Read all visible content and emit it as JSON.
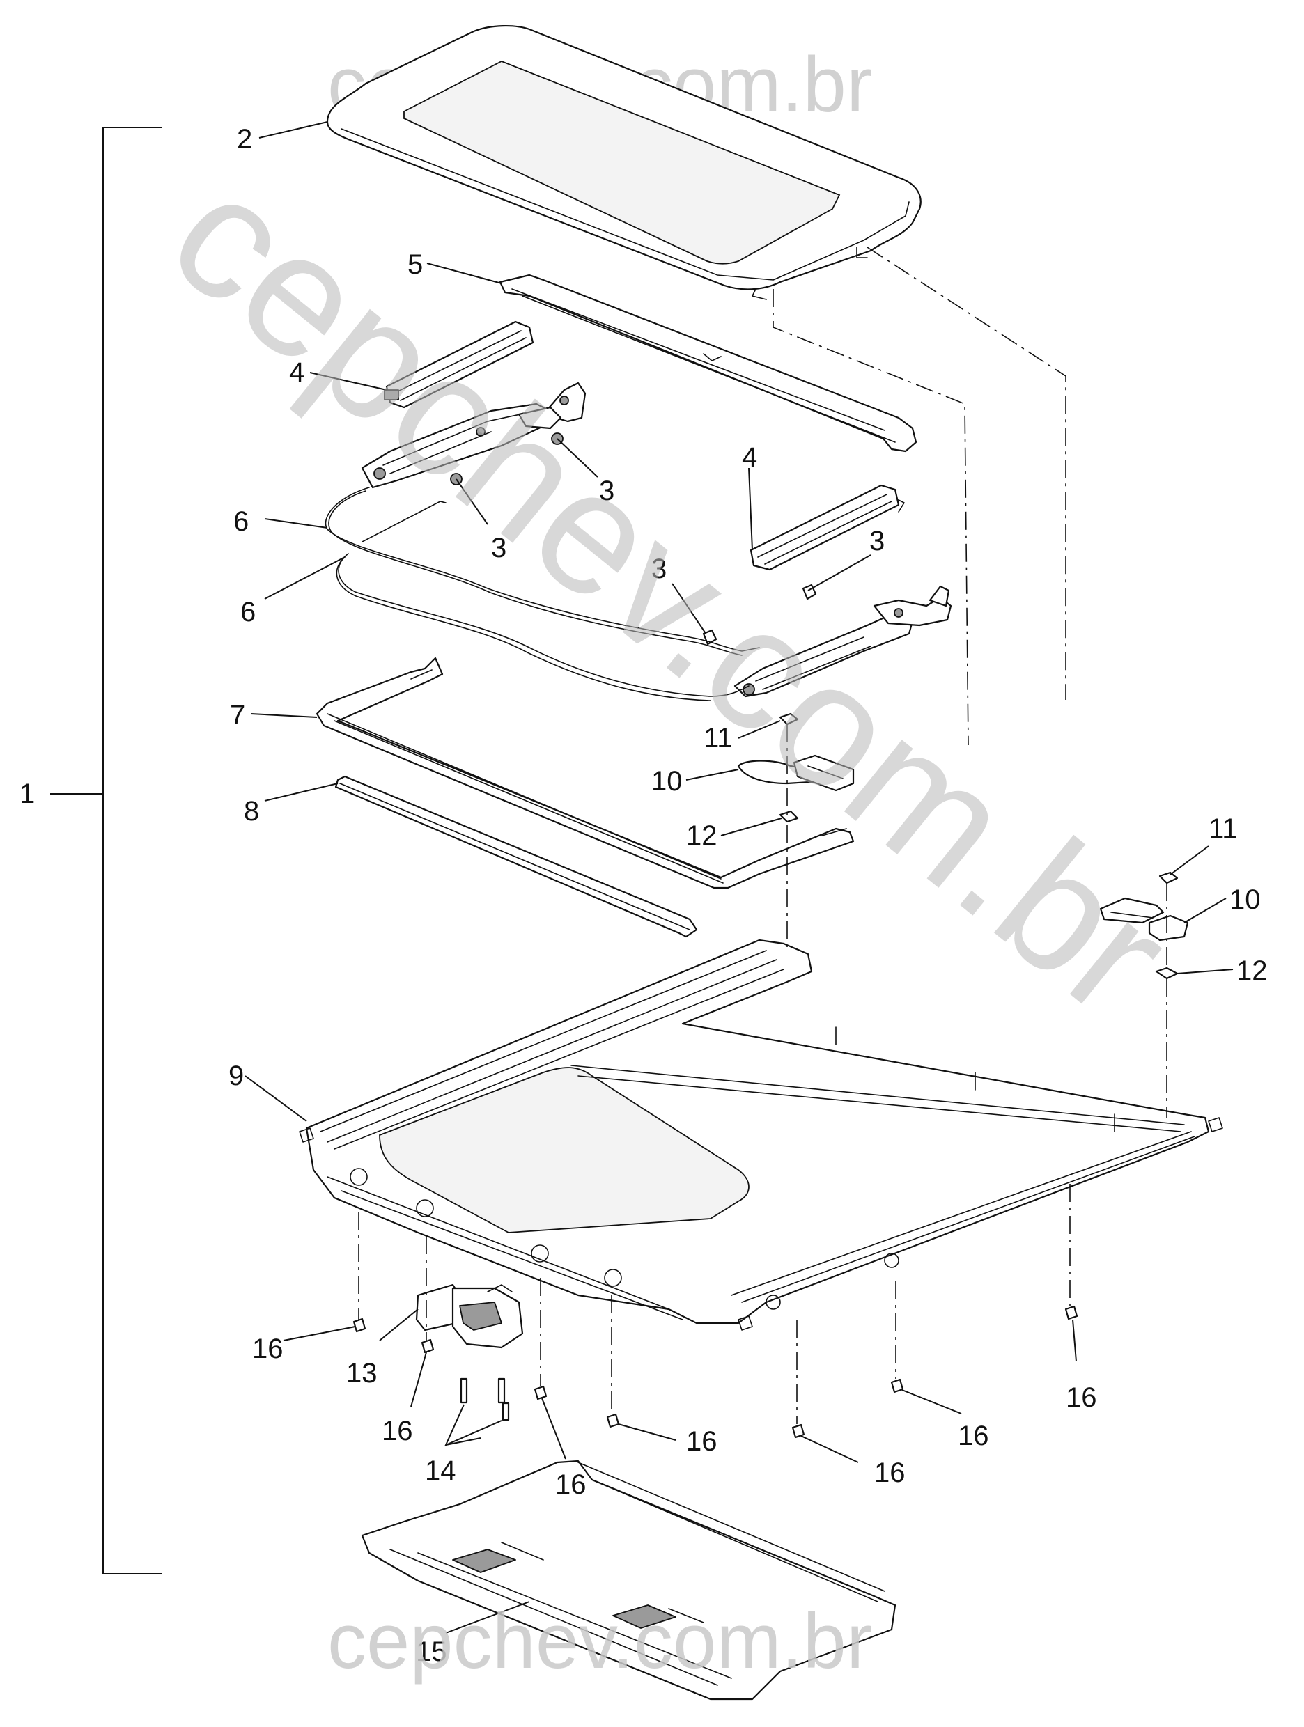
{
  "watermarks": {
    "top": "cepchev.com.br",
    "diagonal": "cepchev.com.br",
    "bottom": "cepchev.com.br"
  },
  "callouts": [
    {
      "id": "c1",
      "label": "1"
    },
    {
      "id": "c2",
      "label": "2"
    },
    {
      "id": "c3a",
      "label": "3"
    },
    {
      "id": "c3b",
      "label": "3"
    },
    {
      "id": "c3c",
      "label": "3"
    },
    {
      "id": "c3d",
      "label": "3"
    },
    {
      "id": "c4a",
      "label": "4"
    },
    {
      "id": "c4b",
      "label": "4"
    },
    {
      "id": "c5",
      "label": "5"
    },
    {
      "id": "c6a",
      "label": "6"
    },
    {
      "id": "c6b",
      "label": "6"
    },
    {
      "id": "c7",
      "label": "7"
    },
    {
      "id": "c8",
      "label": "8"
    },
    {
      "id": "c9",
      "label": "9"
    },
    {
      "id": "c10a",
      "label": "10"
    },
    {
      "id": "c10b",
      "label": "10"
    },
    {
      "id": "c11a",
      "label": "11"
    },
    {
      "id": "c11b",
      "label": "11"
    },
    {
      "id": "c12a",
      "label": "12"
    },
    {
      "id": "c12b",
      "label": "12"
    },
    {
      "id": "c13",
      "label": "13"
    },
    {
      "id": "c14",
      "label": "14"
    },
    {
      "id": "c15",
      "label": "15"
    },
    {
      "id": "c16a",
      "label": "16"
    },
    {
      "id": "c16b",
      "label": "16"
    },
    {
      "id": "c16c",
      "label": "16"
    },
    {
      "id": "c16d",
      "label": "16"
    },
    {
      "id": "c16e",
      "label": "16"
    },
    {
      "id": "c16f",
      "label": "16"
    },
    {
      "id": "c16g",
      "label": "16"
    }
  ]
}
